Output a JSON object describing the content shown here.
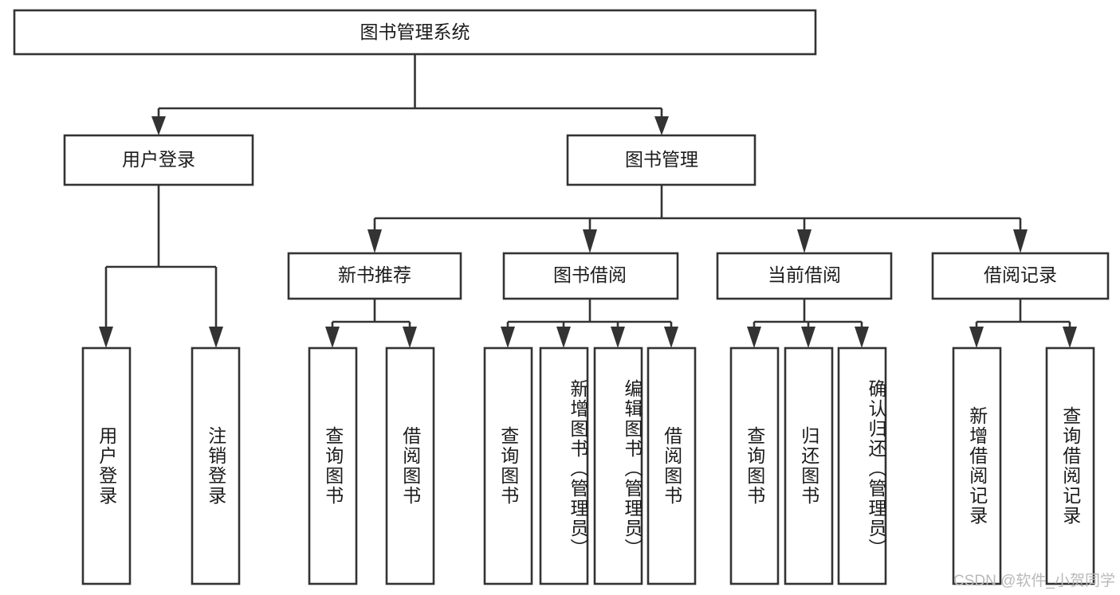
{
  "diagram": {
    "title": "图书管理系统",
    "type": "hierarchy-tree",
    "root": {
      "label": "图书管理系统"
    },
    "level2": [
      {
        "id": "user-login",
        "label": "用户登录"
      },
      {
        "id": "book-manage",
        "label": "图书管理"
      }
    ],
    "level3": [
      {
        "id": "new-book-recommend",
        "label": "新书推荐",
        "parent": "book-manage"
      },
      {
        "id": "book-borrow",
        "label": "图书借阅",
        "parent": "book-manage"
      },
      {
        "id": "current-borrow",
        "label": "当前借阅",
        "parent": "book-manage"
      },
      {
        "id": "borrow-record",
        "label": "借阅记录",
        "parent": "book-manage"
      }
    ],
    "leaves": [
      {
        "id": "leaf-user-login",
        "label": "用户登录",
        "parent": "user-login",
        "align": "center"
      },
      {
        "id": "leaf-logout",
        "label": "注销登录",
        "parent": "user-login",
        "align": "center"
      },
      {
        "id": "leaf-query-book-1",
        "label": "查询图书",
        "parent": "new-book-recommend",
        "align": "center"
      },
      {
        "id": "leaf-borrow-book-1",
        "label": "借阅图书",
        "parent": "new-book-recommend",
        "align": "center"
      },
      {
        "id": "leaf-query-book-2",
        "label": "查询图书",
        "parent": "book-borrow",
        "align": "center"
      },
      {
        "id": "leaf-add-book",
        "label": "新增图书（管理员）",
        "parent": "book-borrow",
        "align": "top"
      },
      {
        "id": "leaf-edit-book",
        "label": "编辑图书（管理员）",
        "parent": "book-borrow",
        "align": "top"
      },
      {
        "id": "leaf-borrow-book-2",
        "label": "借阅图书",
        "parent": "book-borrow",
        "align": "center"
      },
      {
        "id": "leaf-query-book-3",
        "label": "查询图书",
        "parent": "current-borrow",
        "align": "center"
      },
      {
        "id": "leaf-return-book",
        "label": "归还图书",
        "parent": "current-borrow",
        "align": "center"
      },
      {
        "id": "leaf-confirm-return",
        "label": "确认归还（管理员）",
        "parent": "current-borrow",
        "align": "top"
      },
      {
        "id": "leaf-add-record",
        "label": "新增借阅记录",
        "parent": "borrow-record",
        "align": "center"
      },
      {
        "id": "leaf-query-record",
        "label": "查询借阅记录",
        "parent": "borrow-record",
        "align": "center"
      }
    ],
    "colors": {
      "stroke": "#333333",
      "fill": "#ffffff",
      "text": "#1b1b1b",
      "watermark": "#b9b9b9"
    }
  },
  "watermark": {
    "text": "CSDN @软件_小贺同学"
  }
}
